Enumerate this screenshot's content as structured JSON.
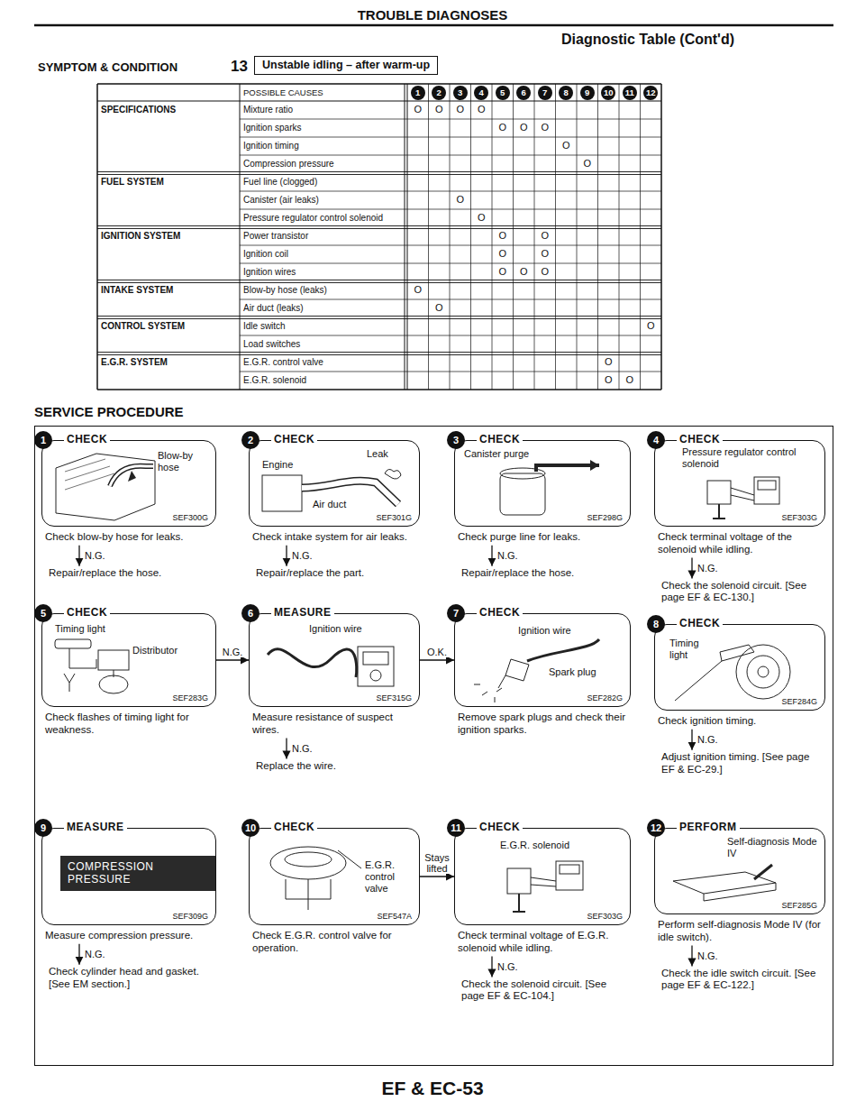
{
  "diagram": {
    "title": "TROUBLE DIAGNOSES",
    "nodes": [
      {
        "text": [
          "SERVICE PROCEDURE"
        ]
      },
      {
        "text": [
          "1",
          "CHECK",
          "Blow-by hose",
          "SEF300G",
          "Check blow-by hose for leaks."
        ],
        "in": 0
      },
      {
        "text": [
          "Repair/replace the hose."
        ],
        "in": 0
      },
      {
        "text": [
          "2",
          "CHECK",
          "Leak",
          "Engine",
          "Air duct",
          "SEF301G",
          "Check intake system for air leaks."
        ],
        "in": 0
      },
      {
        "text": [
          "Repair/replace the part."
        ],
        "in": 0
      },
      {
        "text": [
          "3",
          "CHECK",
          "Canister purge",
          "SEF298G",
          "Check purge line for leaks."
        ],
        "in": 0
      },
      {
        "text": [
          "Repair/replace the hose."
        ],
        "in": 0
      },
      {
        "text": [
          "4",
          "CHECK",
          "Pressure regulator control solenoid",
          "SEF303G",
          "Check terminal voltage of the solenoid while idling."
        ],
        "in": 0
      },
      {
        "text": [
          "Check the solenoid circuit. [See page EF & EC-130.]"
        ],
        "in": 0
      },
      {
        "text": [
          "5",
          "CHECK",
          "Timing light",
          "Distributor",
          "SEF283G",
          "Check flashes of timing light for weakness."
        ],
        "in": 0
      },
      {
        "text": [
          "6",
          "MEASURE",
          "Ignition wire",
          "SEF315G",
          "Measure resistance of suspect wires."
        ],
        "in": 0
      },
      {
        "text": [
          "Replace the wire."
        ],
        "in": 0
      },
      {
        "text": [
          "7",
          "CHECK",
          "Ignition wire",
          "Spark plug",
          "SEF282G",
          "Remove spark plugs and check their ignition sparks."
        ],
        "in": 0
      },
      {
        "text": [
          "8",
          "CHECK",
          "Timing light",
          "SEF284G",
          "Check ignition timing."
        ],
        "in": 0
      },
      {
        "text": [
          "Adjust ignition timing. [See page EF & EC-29.]"
        ],
        "in": 0
      },
      {
        "text": [
          "9",
          "MEASURE",
          "COMPRESSION PRESSURE",
          "SEF309G",
          "Measure compression pressure."
        ],
        "in": 0
      },
      {
        "text": [
          "Check cylinder head and gasket. [See EM section.]"
        ],
        "in": 0
      },
      {
        "text": [
          "10",
          "CHECK",
          "E.G.R. control valve",
          "SEF547A",
          "Check E.G.R. control valve for operation."
        ],
        "in": 0
      },
      {
        "text": [
          "11",
          "CHECK",
          "E.G.R. solenoid",
          "SEF303G",
          "Check terminal voltage of E.G.R. solenoid while idling."
        ],
        "in": 0
      },
      {
        "text": [
          "Check the solenoid circuit. [See page EF & EC-104.]"
        ],
        "in": 0
      },
      {
        "text": [
          "12",
          "PERFORM",
          "Self-diagnosis Mode IV",
          "SEF285G",
          "Perform self-diagnosis Mode IV (for idle switch)."
        ],
        "in": 0
      },
      {
        "text": [
          "Check the idle switch circuit. [See page EF & EC-122.]"
        ],
        "in": 0
      }
    ],
    "edges": [
      {
        "from": 1,
        "to": 2,
        "label": "N.G.",
        "arrow": "to"
      },
      {
        "from": 3,
        "to": 4,
        "label": "N.G.",
        "arrow": "to"
      },
      {
        "from": 5,
        "to": 6,
        "label": "N.G.",
        "arrow": "to"
      },
      {
        "from": 7,
        "to": 8,
        "label": "N.G.",
        "arrow": "to"
      },
      {
        "from": 9,
        "to": 10,
        "label": "N.G.",
        "arrow": "to"
      },
      {
        "from": 10,
        "to": 11,
        "label": "N.G.",
        "arrow": "to"
      },
      {
        "from": 10,
        "to": 12,
        "label": "O.K.",
        "arrow": "to"
      },
      {
        "from": 13,
        "to": 14,
        "label": "N.G.",
        "arrow": "to"
      },
      {
        "from": 15,
        "to": 16,
        "label": "N.G.",
        "arrow": "to"
      },
      {
        "from": 17,
        "to": 18,
        "label": "Stays lifted",
        "arrow": "to"
      },
      {
        "from": 18,
        "to": 19,
        "label": "N.G.",
        "arrow": "to"
      },
      {
        "from": 20,
        "to": 21,
        "label": "N.G.",
        "arrow": "to"
      }
    ],
    "labels": [
      "Diagnostic Table (Cont'd)",
      "SYMPTOM & CONDITION",
      "13",
      "Unstable idling – after warm-up",
      "POSSIBLE CAUSES",
      "1",
      "2",
      "3",
      "4",
      "5",
      "6",
      "7",
      "8",
      "9",
      "10",
      "11",
      "12",
      "SPECIFICATIONS",
      "Mixture ratio",
      "O",
      "O",
      "O",
      "O",
      "Ignition sparks",
      "O",
      "O",
      "O",
      "Ignition timing",
      "O",
      "Compression pressure",
      "O",
      "FUEL SYSTEM",
      "Fuel line (clogged)",
      "Canister (air leaks)",
      "O",
      "Pressure regulator control solenoid",
      "O",
      "IGNITION SYSTEM",
      "Power transistor",
      "O",
      "O",
      "Ignition coil",
      "O",
      "O",
      "Ignition wires",
      "O",
      "O",
      "O",
      "INTAKE SYSTEM",
      "Blow-by hose (leaks)",
      "O",
      "Air duct (leaks)",
      "O",
      "CONTROL SYSTEM",
      "Idle switch",
      "O",
      "Load switches",
      "E.G.R. SYSTEM",
      "E.G.R. control valve",
      "O",
      "E.G.R. solenoid",
      "O",
      "O",
      "EF & EC-53"
    ]
  }
}
